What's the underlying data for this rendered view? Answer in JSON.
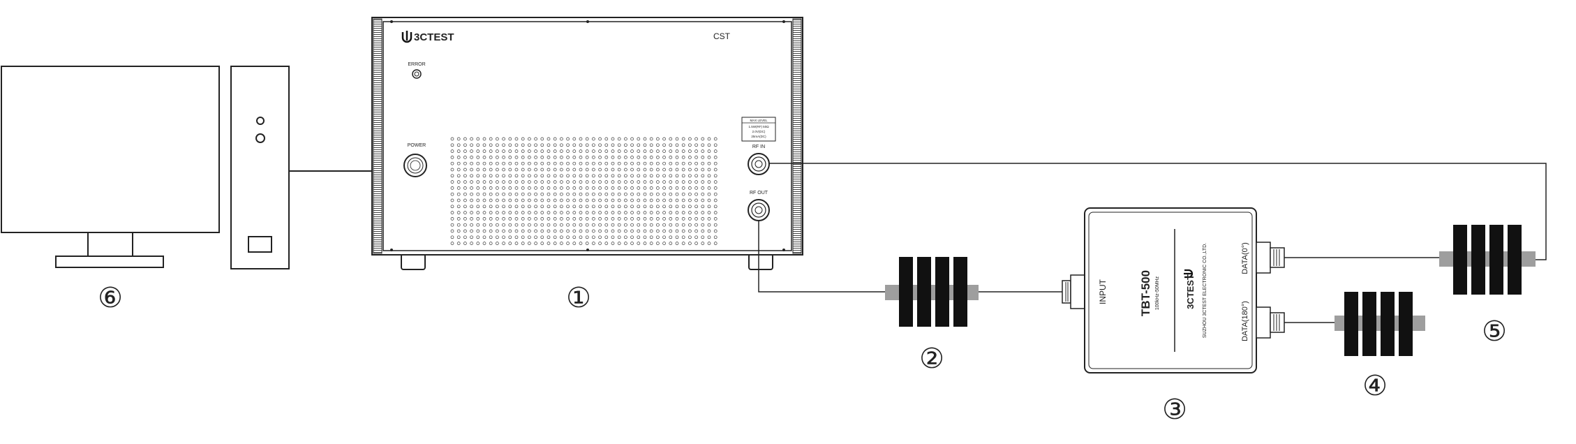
{
  "cst_unit": {
    "brand": "3CTEST",
    "model": "CST",
    "indicators": {
      "error_label": "ERROR",
      "power_label": "POWER"
    },
    "ports": {
      "rf_in_label": "RF IN",
      "rf_out_label": "RF OUT"
    },
    "warning_label": {
      "title": "MAX LEVEL",
      "lines": [
        "1.5W(RF) 50Ω",
        "2.0V(DC)",
        "25mA(DC)"
      ]
    }
  },
  "tbt_unit": {
    "model": "TBT-500",
    "freq_range": "100kHz-50MHz",
    "brand": "3CTEST",
    "maker": "SUZHOU 3CTEST ELECTRONIC CO.,LTD.",
    "ports": {
      "input_label": "INPUT",
      "data0_label": "DATA(0°)",
      "data180_label": "DATA(180°)"
    }
  },
  "callouts": {
    "n1": "①",
    "n2": "②",
    "n3": "③",
    "n4": "④",
    "n5": "⑤",
    "n6": "⑥"
  },
  "colors": {
    "line": "#222222",
    "attenuator_fin": "#111111",
    "attenuator_body": "#9e9e9e"
  },
  "icons": [
    "3ctest-logo-icon",
    "monitor-icon",
    "pc-tower-icon",
    "attenuator-icon",
    "bnc-connector-icon"
  ]
}
